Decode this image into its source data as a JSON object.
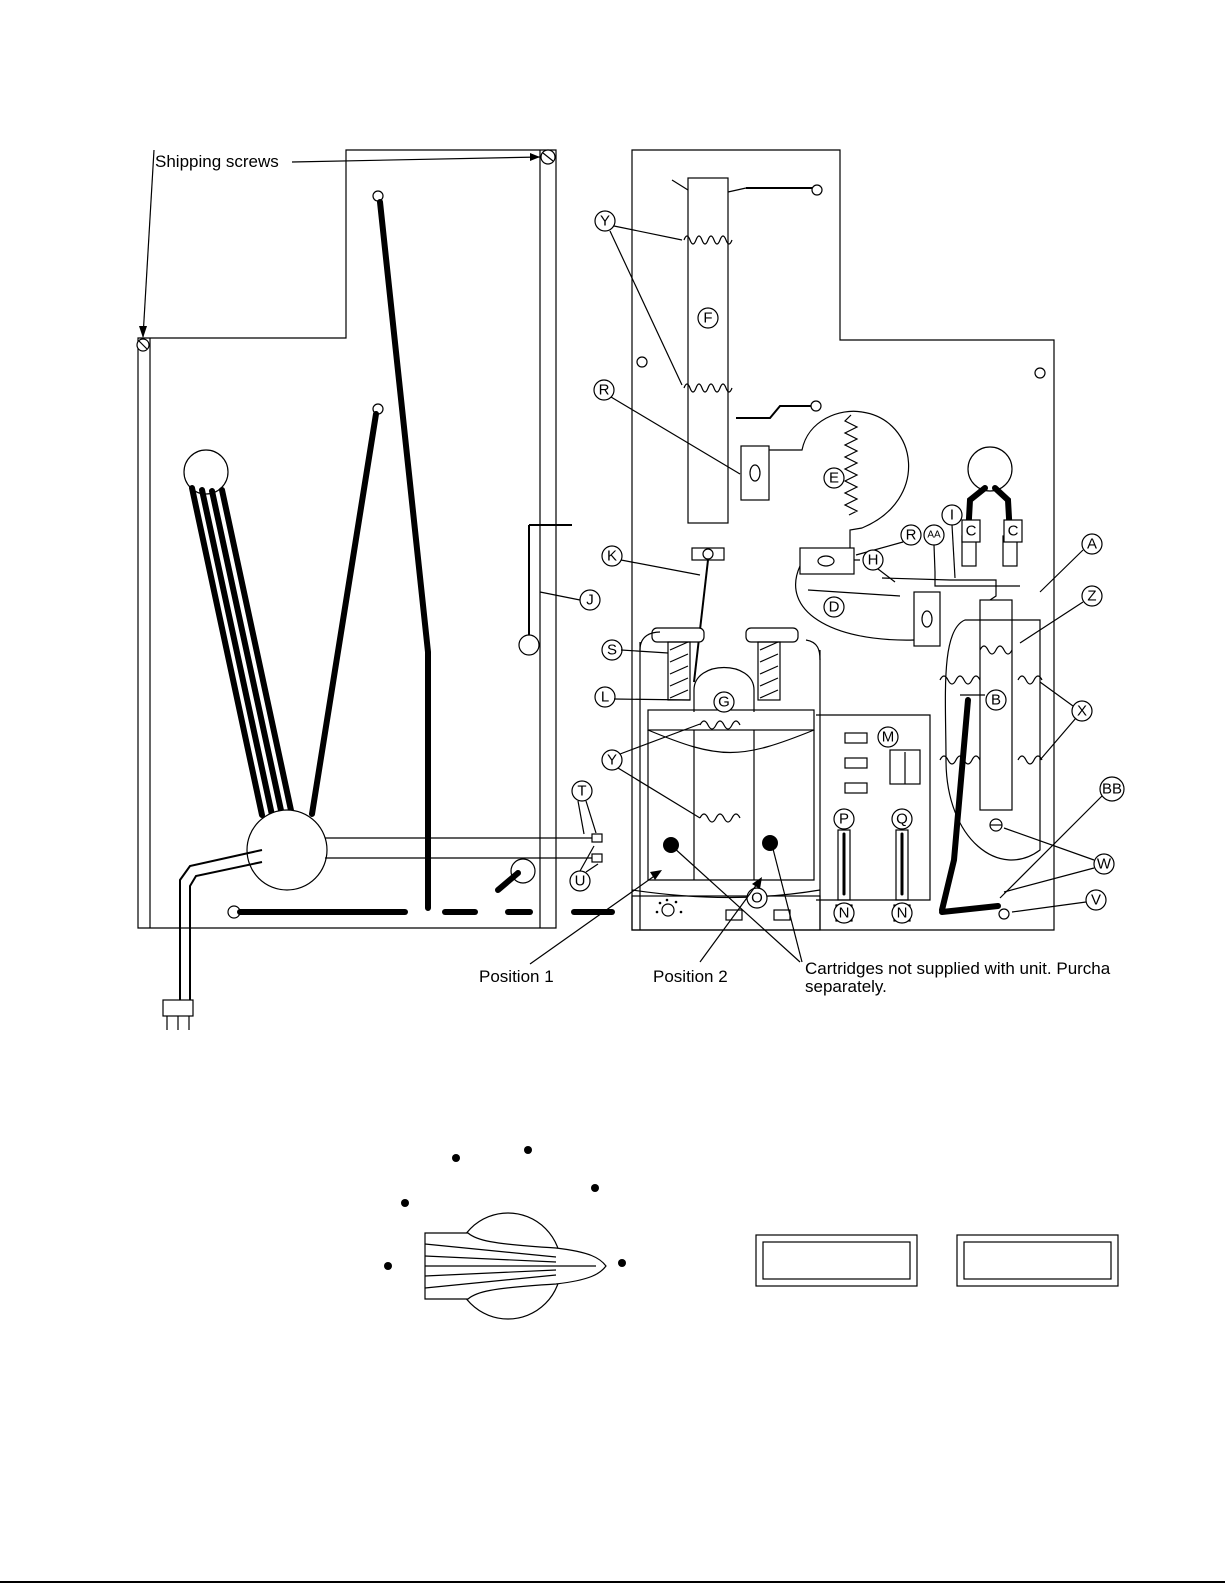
{
  "texts": {
    "shipping_screws": "Shipping screws",
    "position_1": "Position 1",
    "position_2": "Position 2",
    "cartridges_line1": "Cartridges not supplied with unit. Purcha",
    "cartridges_line2": "separately."
  },
  "callouts": {
    "Y": "Y",
    "F": "F",
    "R": "R",
    "E": "E",
    "K": "K",
    "S": "S",
    "L": "L",
    "G": "G",
    "D": "D",
    "H": "H",
    "AA": "AA",
    "I": "I",
    "C": "C",
    "A": "A",
    "Z": "Z",
    "B": "B",
    "X": "X",
    "M": "M",
    "P": "P",
    "Q": "Q",
    "N": "N",
    "O": "O",
    "BB": "BB",
    "W": "W",
    "V": "V",
    "J": "J",
    "T": "T",
    "U": "U"
  }
}
